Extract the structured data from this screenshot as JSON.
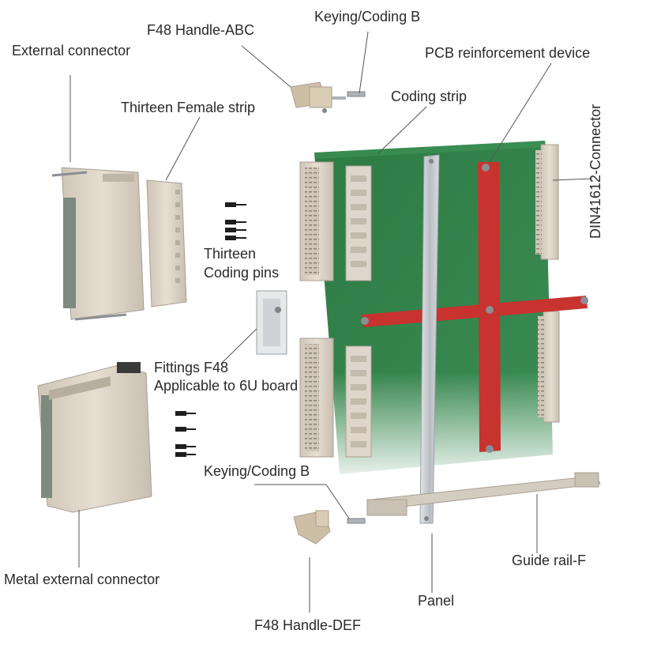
{
  "diagram": {
    "labels": {
      "handle_abc": "F48 Handle-ABC",
      "keying_b_top": "Keying/Coding B",
      "external_connector": "External connector",
      "pcb_reinforcement": "PCB reinforcement device",
      "female_strip": "Thirteen Female strip",
      "coding_strip": "Coding strip",
      "din_connector": "DIN41612-Connector",
      "coding_pins_line1": "Thirteen",
      "coding_pins_line2": "Coding pins",
      "fittings_line1": "Fittings F48",
      "fittings_line2": "Applicable to 6U board",
      "keying_b_bottom": "Keying/Coding B",
      "guide_rail": "Guide rail-F",
      "metal_external_connector": "Metal external connector",
      "panel": "Panel",
      "handle_def": "F48 Handle-DEF"
    },
    "colors": {
      "pcb_green": "#2f7a45",
      "reinforcement_red": "#c8322f",
      "connector_beige": "#d9d0c4",
      "panel_silver": "#c9ccd0",
      "leader_line": "#555555"
    }
  }
}
